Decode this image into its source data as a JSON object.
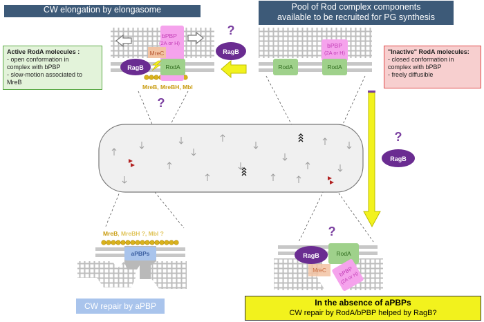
{
  "titles": {
    "elongation": "CW elongation by elongasome",
    "pool_line1": "Pool of Rod complex components",
    "pool_line2": "available to be recruited for PG synthesis",
    "repair_apbp": "CW repair by aPBP"
  },
  "active_box": {
    "heading": "Active RodA molecules :",
    "line1": "- open conformation in",
    "line2": "complex with bPBP",
    "line3": "- slow-motion associated to",
    "line4": "MreB"
  },
  "inactive_box": {
    "heading": "\"Inactive\" RodA molecules:",
    "line1": "- closed conformation in",
    "line2": "complex with bPBP",
    "line3": "- freely diffusible"
  },
  "absence_box": {
    "heading": "In the absence of aPBPs",
    "line1": "CW repair by RodA/bPBP helped by RagB?"
  },
  "labels": {
    "question": "?",
    "ragb": "RagB",
    "roda": "RodA",
    "mrec": "MreC",
    "bpbp": "bPBP",
    "bpbp_sub": "(2A or H)",
    "mreb_line": "MreB, MreBH, Mbl",
    "mreb_repair_a": "MreB",
    "mreb_repair_b": ", MreBH ?, Mbl ?",
    "apbps": "aPBPs"
  },
  "colors": {
    "title_bg": "#3d5a78",
    "ragb": "#6a2c91",
    "roda": "#9fd18b",
    "bpbp": "#f5a3ec",
    "bpbp_text": "#c23bb5",
    "mrec": "#f2c3a3",
    "mreb": "#d9b21c",
    "apbp": "#a9c4ec",
    "active_bg": "#e3f3da",
    "active_border": "#5aa945",
    "inactive_bg": "#f7cfcf",
    "inactive_border": "#e04848",
    "arrow_yellow": "#f2f21d",
    "membrane": "#c7c7c7"
  }
}
